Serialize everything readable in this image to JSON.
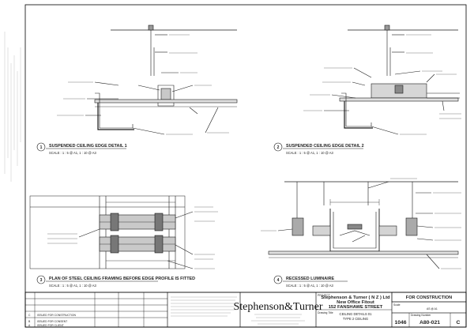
{
  "details": [
    {
      "number": "1",
      "title": "SUSPENDED CEILING EDGE DETAIL 1",
      "scale": "SCALE : 1 : 5 @ A1, 1 : 10 @ A3"
    },
    {
      "number": "2",
      "title": "SUSPENDED CEILING EDGE DETAIL 2",
      "scale": "SCALE : 1 : 5 @ A1, 1 : 10 @ A3"
    },
    {
      "number": "3",
      "title": "PLAN OF STEEL CEILING FRAMING BEFORE EDGE PROFILE IS FITTED",
      "scale": "SCALE : 1 : 5 @ A1, 1 : 10 @ A3"
    },
    {
      "number": "4",
      "title": "RECESSED LUMINAIRE",
      "scale": "SCALE : 1 : 5 @ A1, 1 : 10 @ A3"
    }
  ],
  "title_block": {
    "firm": "Stephenson&Turner",
    "project_label": "PROJECT",
    "client_line": "Stephenson & Turner ( N Z ) Ltd",
    "project_name": "New Office Fitout",
    "address": "152 FANSHAWE STREET",
    "drawing_label": "Drawing Title",
    "drawing_title_line1": "CEILING DETAILS 01",
    "drawing_title_line2": "TYPE 2 CEILING",
    "status": "FOR CONSTRUCTION",
    "drawing_no_label": "Drawing Number",
    "job_no": "1046",
    "drawing_no": "A80-021",
    "revision": "C",
    "scale_label": "Scale",
    "scale_value": "AS @ A1"
  },
  "revisions": [
    {
      "rev": "C",
      "description": "ISSUED FOR CONSTRUCTION"
    },
    {
      "rev": "B",
      "description": "ISSUED FOR CONSENT"
    },
    {
      "rev": "A",
      "description": "ISSUED FOR CLIENT"
    }
  ],
  "colors": {
    "paper": "#ffffff",
    "line": "#1a1a1a",
    "fill": "#9a9a9a",
    "border": "#000000"
  }
}
